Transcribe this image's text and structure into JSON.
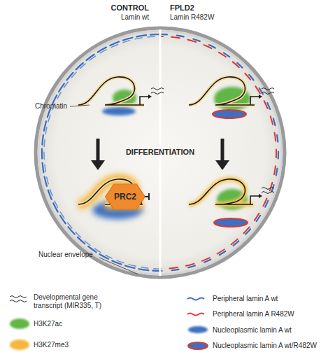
{
  "diagram": {
    "nodes": [
      {
        "text": [
          "PRC2"
        ]
      }
    ],
    "labels": [
      "CONTROL",
      "Lamin wt",
      "FPLD2",
      "Lamin R482W",
      "Chromatin",
      "DIFFERENTIATION",
      "Nuclear envelope"
    ],
    "legend": [
      {
        "text": "Developmental gene transcript (MIR335, T)"
      },
      {
        "text": "H3K27ac",
        "color": "#62b547"
      },
      {
        "text": "H3K27me3",
        "color": "#f5b63c"
      },
      {
        "text": "Peripheral lamin A wt"
      },
      {
        "text": "Peripheral lamin A R482W"
      },
      {
        "text": "Nucleoplasmic lamin A wt",
        "color": "#3d6fc2"
      },
      {
        "text": "Nucleoplasmic lamin A wt/R482W"
      }
    ]
  }
}
